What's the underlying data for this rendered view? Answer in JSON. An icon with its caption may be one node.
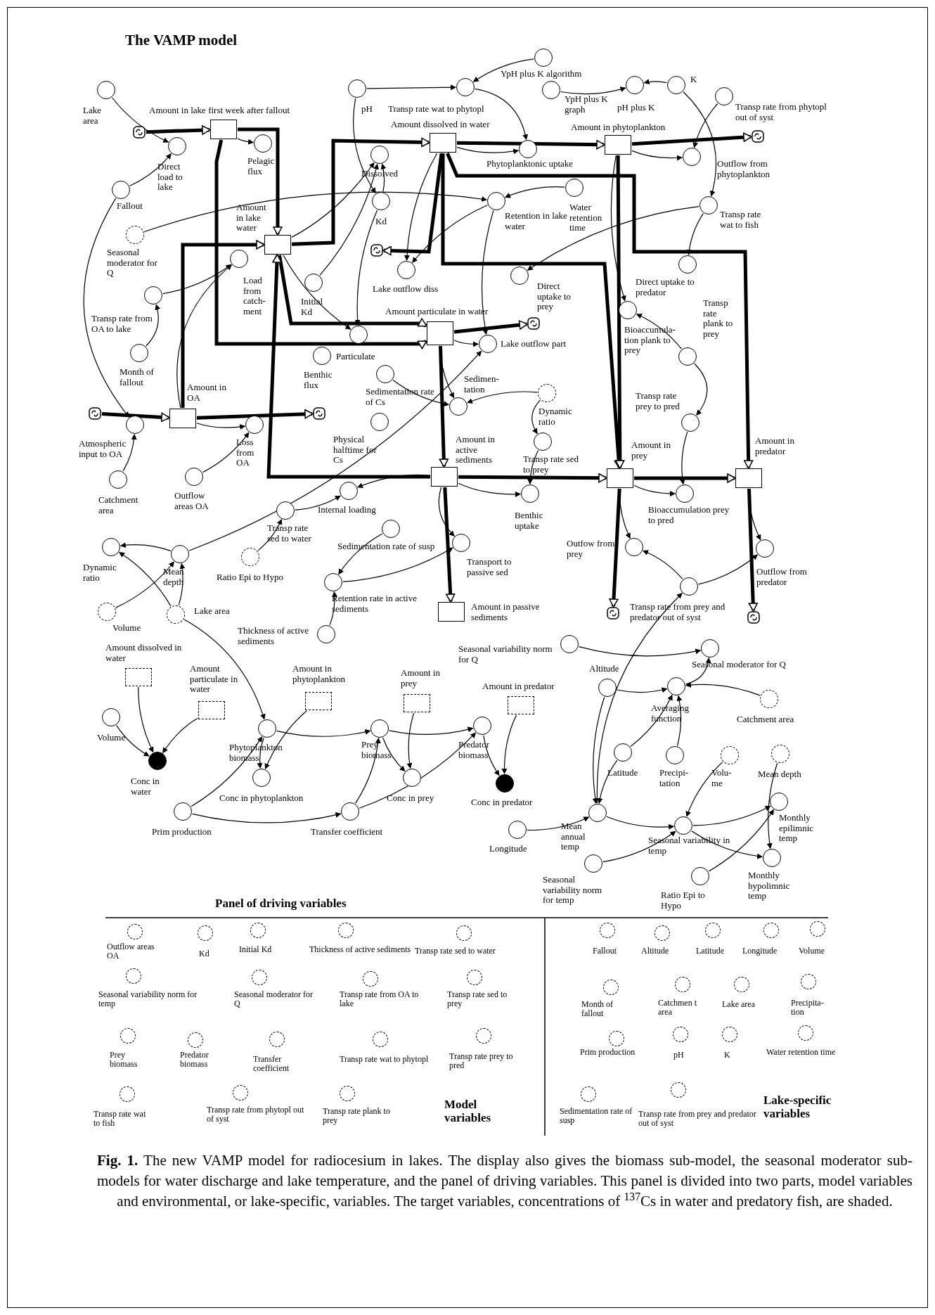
{
  "diagram": {
    "title": "The VAMP model",
    "caption": "**Fig. 1.** The new VAMP model for radiocesium in lakes. The display also gives the biomass sub-model, the seasonal moderator sub-models for water discharge and lake temperature, and the panel of driving variables. This panel is divided into two parts, model variables and environmental, or lake-specific, variables. The target variables, concentrations of $^{137}$Cs in water and predatory fish, are shaded.",
    "nodes": [
      {
        "text": [
          "Lake area"
        ]
      },
      {
        "text": [],
        "shape": "cloud"
      },
      {
        "text": [
          "Amount in lake first week after fallout"
        ]
      },
      {
        "text": [
          "Direct load to lake"
        ]
      },
      {
        "text": [
          "Pelagic flux"
        ]
      },
      {
        "text": [
          "pH"
        ]
      },
      {
        "text": [
          "Transp rate wat to phytopl"
        ]
      },
      {
        "text": [
          "Amount dissolved in water"
        ]
      },
      {
        "text": [
          "YpH plus K algorithm"
        ]
      },
      {
        "text": [
          "YpH plus K graph"
        ]
      },
      {
        "text": [
          "pH plus K"
        ]
      },
      {
        "text": [
          "K"
        ]
      },
      {
        "text": [
          "Transp rate from phytopl out of syst"
        ]
      },
      {
        "text": [
          "Amount in phytoplankton"
        ]
      },
      {
        "text": [],
        "shape": "cloud"
      },
      {
        "text": [
          "Fallout"
        ]
      },
      {
        "text": [
          "Dissolved"
        ]
      },
      {
        "text": [
          "Phytoplanktonic uptake"
        ]
      },
      {
        "text": [
          "Outflow from phytoplankton"
        ]
      },
      {
        "text": [
          "Kd"
        ]
      },
      {
        "text": [
          "Retention in lake water"
        ]
      },
      {
        "text": [
          "Water retention time"
        ]
      },
      {
        "text": [
          "Transp rate wat to fish"
        ]
      },
      {
        "text": [
          "Amount in lake water"
        ]
      },
      {
        "text": [
          "Seasonal moderator for Q"
        ]
      },
      {
        "text": [],
        "shape": "cloud"
      },
      {
        "text": [
          "Load from catch- ment"
        ]
      },
      {
        "text": [
          "Lake outflow diss"
        ]
      },
      {
        "text": [
          "Direct uptake to prey"
        ]
      },
      {
        "text": [
          "Direct uptake to predator"
        ]
      },
      {
        "text": [
          "Initial Kd"
        ]
      },
      {
        "text": [
          "Transp rate from OA to lake"
        ]
      },
      {
        "text": [
          "Amount particulate in water"
        ]
      },
      {
        "text": [],
        "shape": "cloud"
      },
      {
        "text": [
          "Bioaccumula- tion plank to prey"
        ]
      },
      {
        "text": [
          "Transp rate plank to prey"
        ]
      },
      {
        "text": [
          "Particulate"
        ]
      },
      {
        "text": [
          "Lake outflow part"
        ]
      },
      {
        "text": [
          "Benthic flux"
        ]
      },
      {
        "text": [
          "Month of fallout"
        ]
      },
      {
        "text": [
          "Sedimentation rate of Cs"
        ]
      },
      {
        "text": [
          "Sedimen- tation"
        ]
      },
      {
        "text": [
          "Dynamic ratio"
        ]
      },
      {
        "text": [
          "Amount in OA"
        ]
      },
      {
        "text": [],
        "shape": "cloud"
      },
      {
        "text": [],
        "shape": "cloud"
      },
      {
        "text": [
          "Atmospheric input to OA"
        ]
      },
      {
        "text": [
          "Loss from OA"
        ]
      },
      {
        "text": [
          "Physical halftime for Cs"
        ]
      },
      {
        "text": [
          "Transp rate prey to pred"
        ]
      },
      {
        "text": [
          "Amount in active sediments"
        ]
      },
      {
        "text": [
          "Transp rate sed to prey"
        ]
      },
      {
        "text": [
          "Amount in prey"
        ]
      },
      {
        "text": [
          "Amount in predator"
        ]
      },
      {
        "text": [
          "Catchment area"
        ]
      },
      {
        "text": [
          "Outflow areas OA"
        ]
      },
      {
        "text": [
          "Internal loading"
        ]
      },
      {
        "text": [
          "Benthic uptake"
        ]
      },
      {
        "text": [
          "Bioaccumulation prey to pred"
        ]
      },
      {
        "text": [
          "Transp rate sed to water"
        ]
      },
      {
        "text": [
          "Sedimentation rate of susp"
        ]
      },
      {
        "text": [
          "Transport to passive sed"
        ]
      },
      {
        "text": [
          "Dynamic ratio"
        ]
      },
      {
        "text": [
          "Mean depth"
        ]
      },
      {
        "text": [
          "Outfow from prey"
        ]
      },
      {
        "text": [
          "Outflow from predator"
        ]
      },
      {
        "text": [
          "Ratio Epi to Hypo"
        ]
      },
      {
        "text": [
          "Retention rate in active sediments"
        ]
      },
      {
        "text": [
          "Transp rate from prey and predator out of syst"
        ]
      },
      {
        "text": [
          "Amount in passive sediments"
        ]
      },
      {
        "text": [],
        "shape": "cloud"
      },
      {
        "text": [],
        "shape": "cloud"
      },
      {
        "text": [
          "Volume"
        ]
      },
      {
        "text": [
          "Lake area"
        ]
      },
      {
        "text": [
          "Thickness of active sediments"
        ]
      },
      {
        "text": [
          "Amount dissolved in water"
        ]
      },
      {
        "text": [
          "Amount particulate in water"
        ]
      },
      {
        "text": [
          "Amount in phytoplankton"
        ]
      },
      {
        "text": [
          "Amount in prey"
        ]
      },
      {
        "text": [
          "Amount in predator"
        ]
      },
      {
        "text": [
          "Volume"
        ]
      },
      {
        "text": [
          "Phytoplankton biomass"
        ]
      },
      {
        "text": [
          "Prey biomass"
        ]
      },
      {
        "text": [
          "Predator biomass"
        ]
      },
      {
        "text": [
          "Conc in water"
        ]
      },
      {
        "text": [
          "Conc in phytoplankton"
        ]
      },
      {
        "text": [
          "Conc in prey"
        ]
      },
      {
        "text": [
          "Conc in predator"
        ]
      },
      {
        "text": [
          "Prim production"
        ]
      },
      {
        "text": [
          "Transfer coefficient"
        ]
      },
      {
        "text": [
          "Seasonal variability norm for Q"
        ]
      },
      {
        "text": [
          "Seasonal moderator for Q"
        ]
      },
      {
        "text": [
          "Altitude"
        ]
      },
      {
        "text": [
          "Averaging function"
        ]
      },
      {
        "text": [
          "Catchment area"
        ]
      },
      {
        "text": [
          "Latitude"
        ]
      },
      {
        "text": [
          "Precipi- tation"
        ]
      },
      {
        "text": [
          "Volu- me"
        ]
      },
      {
        "text": [
          "Mean depth"
        ]
      },
      {
        "text": [
          "Monthly epilimnic temp"
        ]
      },
      {
        "text": [
          "Mean annual temp"
        ]
      },
      {
        "text": [
          "Seasonal variability in temp"
        ]
      },
      {
        "text": [
          "Longitude"
        ]
      },
      {
        "text": [
          "Monthly hypolimnic temp"
        ]
      },
      {
        "text": [
          "Seasonal variability norm for temp"
        ]
      },
      {
        "text": [
          "Ratio Epi to Hypo"
        ]
      },
      {
        "text": [
          "Outflow areas OA"
        ]
      },
      {
        "text": [
          "Kd"
        ]
      },
      {
        "text": [
          "Initial Kd"
        ]
      },
      {
        "text": [
          "Thickness of active sediments"
        ]
      },
      {
        "text": [
          "Transp rate sed to water"
        ]
      },
      {
        "text": [
          "Seasonal variability norm for temp"
        ]
      },
      {
        "text": [
          "Seasonal moderator for Q"
        ]
      },
      {
        "text": [
          "Transp rate from OA to lake"
        ]
      },
      {
        "text": [
          "Transp rate sed to prey"
        ]
      },
      {
        "text": [
          "Prey biomass"
        ]
      },
      {
        "text": [
          "Predator biomass"
        ]
      },
      {
        "text": [
          "Transfer coefficient"
        ]
      },
      {
        "text": [
          "Transp rate wat to phytopl"
        ]
      },
      {
        "text": [
          "Transp rate prey to pred"
        ]
      },
      {
        "text": [
          "Transp rate wat to fish"
        ]
      },
      {
        "text": [
          "Transp rate from phytopl out of syst"
        ]
      },
      {
        "text": [
          "Transp rate plank to prey"
        ]
      },
      {
        "text": [
          "Fallout"
        ]
      },
      {
        "text": [
          "Altitude"
        ]
      },
      {
        "text": [
          "Latitude"
        ]
      },
      {
        "text": [
          "Longitude"
        ]
      },
      {
        "text": [
          "Volume"
        ]
      },
      {
        "text": [
          "Month of fallout"
        ]
      },
      {
        "text": [
          "Catchmen t area"
        ]
      },
      {
        "text": [
          "Lake area"
        ]
      },
      {
        "text": [
          "Precipita- tion"
        ]
      },
      {
        "text": [
          "Prim production"
        ]
      },
      {
        "text": [
          "pH"
        ]
      },
      {
        "text": [
          "K"
        ]
      },
      {
        "text": [
          "Water retention time"
        ]
      },
      {
        "text": [
          "Sedimentation rate of susp"
        ]
      },
      {
        "text": [
          "Transp rate from prey and predator out of syst"
        ]
      }
    ],
    "edges": [
      {
        "from": 1,
        "to": 2,
        "arrow": "to",
        "style": "thick"
      },
      {
        "from": 2,
        "to": 23,
        "arrow": "to",
        "style": "thick"
      },
      {
        "from": 43,
        "to": 23,
        "arrow": "to",
        "style": "thick"
      },
      {
        "from": 23,
        "to": 7,
        "arrow": "to",
        "style": "thick"
      },
      {
        "from": 23,
        "to": 32,
        "arrow": "to",
        "style": "thick"
      },
      {
        "from": 2,
        "to": 32,
        "arrow": "to",
        "style": "thick"
      },
      {
        "from": 7,
        "to": 25,
        "arrow": "to",
        "style": "thick"
      },
      {
        "from": 7,
        "to": 13,
        "arrow": "to",
        "style": "thick"
      },
      {
        "from": 13,
        "to": 14,
        "arrow": "to",
        "style": "thick"
      },
      {
        "from": 32,
        "to": 33,
        "arrow": "to",
        "style": "thick"
      },
      {
        "from": 32,
        "to": 50,
        "arrow": "to",
        "style": "thick"
      },
      {
        "from": 44,
        "to": 43,
        "arrow": "to",
        "style": "thick"
      },
      {
        "from": 43,
        "to": 45,
        "arrow": "to",
        "style": "thick"
      },
      {
        "from": 50,
        "to": 23,
        "arrow": "to",
        "style": "thick"
      },
      {
        "from": 50,
        "to": 69,
        "arrow": "to",
        "style": "thick"
      },
      {
        "from": 50,
        "to": 52,
        "arrow": "to",
        "style": "thick"
      },
      {
        "from": 7,
        "to": 52,
        "arrow": "to",
        "style": "thick"
      },
      {
        "from": 7,
        "to": 53,
        "arrow": "to",
        "style": "thick"
      },
      {
        "from": 13,
        "to": 52,
        "arrow": "to",
        "style": "thick"
      },
      {
        "from": 52,
        "to": 53,
        "arrow": "to",
        "style": "thick"
      },
      {
        "from": 52,
        "to": 70,
        "arrow": "to",
        "style": "thick"
      },
      {
        "from": 53,
        "to": 71,
        "arrow": "to",
        "style": "thick"
      },
      {
        "from": 0,
        "to": 3,
        "arrow": "to"
      },
      {
        "from": 15,
        "to": 3,
        "arrow": "to"
      },
      {
        "from": 2,
        "to": 4,
        "arrow": "to"
      },
      {
        "from": 15,
        "to": 46,
        "arrow": "to"
      },
      {
        "from": 24,
        "to": 20,
        "arrow": "to"
      },
      {
        "from": 39,
        "to": 31,
        "arrow": "to"
      },
      {
        "from": 31,
        "to": 26,
        "arrow": "to"
      },
      {
        "from": 43,
        "to": 26,
        "arrow": "to"
      },
      {
        "from": 5,
        "to": 19,
        "arrow": "to"
      },
      {
        "from": 19,
        "to": 16,
        "arrow": "to"
      },
      {
        "from": 19,
        "to": 36,
        "arrow": "to"
      },
      {
        "from": 30,
        "to": 16,
        "arrow": "to"
      },
      {
        "from": 23,
        "to": 16,
        "arrow": "to"
      },
      {
        "from": 23,
        "to": 36,
        "arrow": "to"
      },
      {
        "from": 5,
        "to": 6,
        "arrow": "to"
      },
      {
        "from": 9,
        "to": 10,
        "arrow": "to"
      },
      {
        "from": 11,
        "to": 10,
        "arrow": "to"
      },
      {
        "from": 8,
        "to": 6,
        "arrow": "to"
      },
      {
        "from": 6,
        "to": 17,
        "arrow": "to"
      },
      {
        "from": 7,
        "to": 17,
        "arrow": "to"
      },
      {
        "from": 11,
        "to": 22,
        "arrow": "to"
      },
      {
        "from": 12,
        "to": 18,
        "arrow": "to"
      },
      {
        "from": 13,
        "to": 18,
        "arrow": "to"
      },
      {
        "from": 21,
        "to": 20,
        "arrow": "to"
      },
      {
        "from": 20,
        "to": 27,
        "arrow": "to"
      },
      {
        "from": 20,
        "to": 37,
        "arrow": "to"
      },
      {
        "from": 7,
        "to": 27,
        "arrow": "to"
      },
      {
        "from": 32,
        "to": 37,
        "arrow": "to"
      },
      {
        "from": 22,
        "to": 28,
        "arrow": "to"
      },
      {
        "from": 22,
        "to": 29,
        "arrow": "to"
      },
      {
        "from": 13,
        "to": 34,
        "arrow": "to"
      },
      {
        "from": 35,
        "to": 34,
        "arrow": "to"
      },
      {
        "from": 35,
        "to": 49,
        "arrow": "to"
      },
      {
        "from": 49,
        "to": 58,
        "arrow": "to"
      },
      {
        "from": 40,
        "to": 41,
        "arrow": "to"
      },
      {
        "from": 32,
        "to": 41,
        "arrow": "to"
      },
      {
        "from": 42,
        "to": 41,
        "arrow": "to"
      },
      {
        "from": 42,
        "to": 51,
        "arrow": "to"
      },
      {
        "from": 54,
        "to": 46,
        "arrow": "to"
      },
      {
        "from": 55,
        "to": 47,
        "arrow": "to"
      },
      {
        "from": 43,
        "to": 47,
        "arrow": "to"
      },
      {
        "from": 73,
        "to": 63,
        "arrow": "to"
      },
      {
        "from": 72,
        "to": 63,
        "arrow": "to"
      },
      {
        "from": 63,
        "to": 62,
        "arrow": "to"
      },
      {
        "from": 73,
        "to": 62,
        "arrow": "to"
      },
      {
        "from": 63,
        "to": 37,
        "arrow": "to"
      },
      {
        "from": 59,
        "to": 56,
        "arrow": "to"
      },
      {
        "from": 66,
        "to": 59,
        "arrow": "to"
      },
      {
        "from": 50,
        "to": 56,
        "arrow": "to"
      },
      {
        "from": 60,
        "to": 67,
        "arrow": "to"
      },
      {
        "from": 74,
        "to": 67,
        "arrow": "to"
      },
      {
        "from": 67,
        "to": 61,
        "arrow": "to"
      },
      {
        "from": 50,
        "to": 61,
        "arrow": "to"
      },
      {
        "from": 51,
        "to": 57,
        "arrow": "to"
      },
      {
        "from": 50,
        "to": 57,
        "arrow": "to"
      },
      {
        "from": 52,
        "to": 64,
        "arrow": "to"
      },
      {
        "from": 52,
        "to": 58,
        "arrow": "to"
      },
      {
        "from": 68,
        "to": 64,
        "arrow": "to"
      },
      {
        "from": 68,
        "to": 65,
        "arrow": "to"
      },
      {
        "from": 53,
        "to": 65,
        "arrow": "to"
      },
      {
        "from": 73,
        "to": 81,
        "arrow": "to"
      },
      {
        "from": 75,
        "to": 84,
        "arrow": "to"
      },
      {
        "from": 80,
        "to": 84,
        "arrow": "to"
      },
      {
        "from": 76,
        "to": 84,
        "arrow": "to"
      },
      {
        "from": 77,
        "to": 85,
        "arrow": "to"
      },
      {
        "from": 81,
        "to": 85,
        "arrow": "to"
      },
      {
        "from": 88,
        "to": 81,
        "arrow": "to"
      },
      {
        "from": 88,
        "to": 89,
        "arrow": "to"
      },
      {
        "from": 81,
        "to": 82,
        "arrow": "to"
      },
      {
        "from": 89,
        "to": 82,
        "arrow": "to"
      },
      {
        "from": 89,
        "to": 83,
        "arrow": "to"
      },
      {
        "from": 82,
        "to": 83,
        "arrow": "to"
      },
      {
        "from": 82,
        "to": 86,
        "arrow": "to"
      },
      {
        "from": 78,
        "to": 86,
        "arrow": "to"
      },
      {
        "from": 79,
        "to": 87,
        "arrow": "to"
      },
      {
        "from": 83,
        "to": 87,
        "arrow": "to"
      },
      {
        "from": 90,
        "to": 91,
        "arrow": "to"
      },
      {
        "from": 92,
        "to": 93,
        "arrow": "to"
      },
      {
        "from": 93,
        "to": 91,
        "arrow": "to"
      },
      {
        "from": 94,
        "to": 93,
        "arrow": "to"
      },
      {
        "from": 95,
        "to": 93,
        "arrow": "to"
      },
      {
        "from": 96,
        "to": 93,
        "arrow": "to"
      },
      {
        "from": 97,
        "to": 101,
        "arrow": "to"
      },
      {
        "from": 92,
        "to": 100,
        "arrow": "to"
      },
      {
        "from": 95,
        "to": 100,
        "arrow": "to"
      },
      {
        "from": 102,
        "to": 100,
        "arrow": "to"
      },
      {
        "from": 100,
        "to": 68,
        "arrow": "to"
      },
      {
        "from": 100,
        "to": 101,
        "arrow": "to"
      },
      {
        "from": 104,
        "to": 101,
        "arrow": "to"
      },
      {
        "from": 101,
        "to": 99,
        "arrow": "to"
      },
      {
        "from": 101,
        "to": 103,
        "arrow": "to"
      },
      {
        "from": 98,
        "to": 103,
        "arrow": "to"
      },
      {
        "from": 105,
        "to": 99,
        "arrow": "to"
      }
    ],
    "labels": [
      "Panel of driving variables",
      "Model variables",
      "Lake-specific variables"
    ]
  }
}
